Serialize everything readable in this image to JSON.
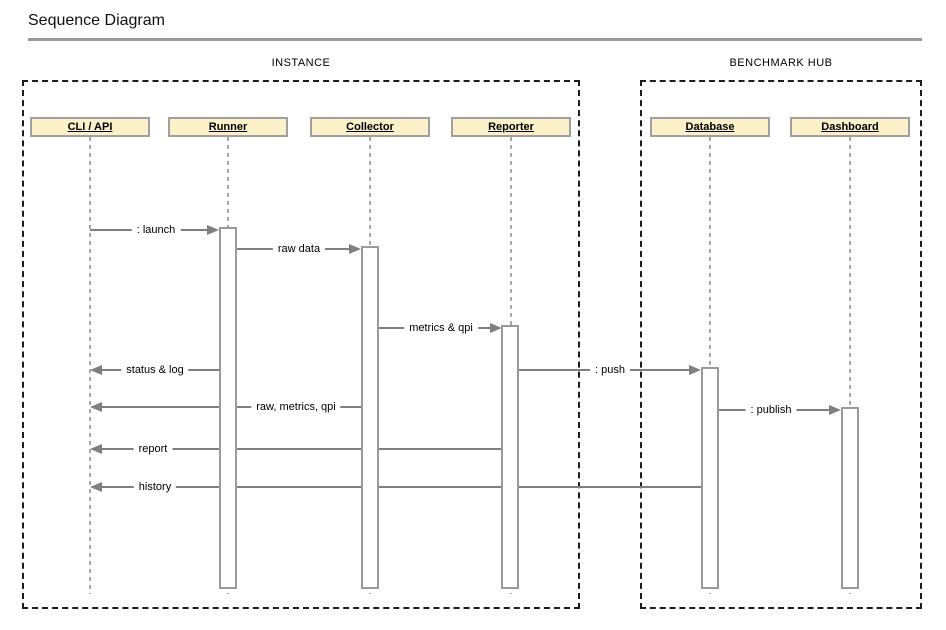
{
  "title": "Sequence Diagram",
  "frames": [
    {
      "label": "INSTANCE"
    },
    {
      "label": "BENCHMARK HUB"
    }
  ],
  "lifelines": [
    {
      "label": "CLI / API"
    },
    {
      "label": "Runner"
    },
    {
      "label": "Collector"
    },
    {
      "label": "Reporter"
    },
    {
      "label": "Database"
    },
    {
      "label": "Dashboard"
    }
  ],
  "messages": [
    {
      "label": ": launch",
      "from": "CLI / API",
      "to": "Runner"
    },
    {
      "label": "raw data",
      "from": "Runner",
      "to": "Collector"
    },
    {
      "label": "metrics & qpi",
      "from": "Collector",
      "to": "Reporter"
    },
    {
      "label": "status & log",
      "from": "Runner",
      "to": "CLI / API"
    },
    {
      "label": ": push",
      "from": "Reporter",
      "to": "Database"
    },
    {
      "label": "raw, metrics, qpi",
      "from": "Collector",
      "to": "CLI / API"
    },
    {
      "label": ": publish",
      "from": "Database",
      "to": "Dashboard"
    },
    {
      "label": "report",
      "from": "Reporter",
      "to": "CLI / API"
    },
    {
      "label": "history",
      "from": "Database",
      "to": "CLI / API"
    }
  ],
  "colors": {
    "head_fill": "#FBF0C8",
    "head_border": "#A0A0A0",
    "message_line": "#7F7F7F",
    "lifeline": "#A8A8A8",
    "frame_border": "#1C1C1C",
    "title_rule": "#9A9A9A"
  }
}
